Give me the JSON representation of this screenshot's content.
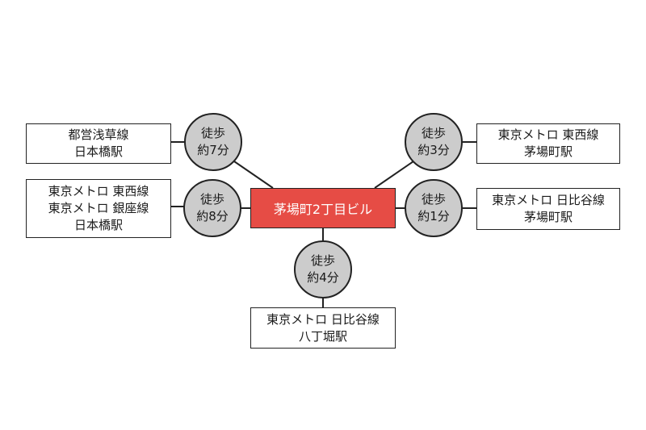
{
  "center": {
    "label": "茅場町2丁目ビル",
    "fill": "#e64c45"
  },
  "walk_label": "徒歩",
  "routes": [
    {
      "id": "toei-asakusa",
      "walk_time": "約7分",
      "station_lines": [
        "都営浅草線",
        "日本橋駅"
      ]
    },
    {
      "id": "tozai-kayabacho",
      "walk_time": "約3分",
      "station_lines": [
        "東京メトロ 東西線",
        "茅場町駅"
      ]
    },
    {
      "id": "nihonbashi-metro",
      "walk_time": "約8分",
      "station_lines": [
        "東京メトロ 東西線",
        "東京メトロ 銀座線",
        "日本橋駅"
      ]
    },
    {
      "id": "hibiya-kayabacho",
      "walk_time": "約1分",
      "station_lines": [
        "東京メトロ 日比谷線",
        "茅場町駅"
      ]
    },
    {
      "id": "hibiya-hatchobori",
      "walk_time": "約4分",
      "station_lines": [
        "東京メトロ 日比谷線",
        "八丁堀駅"
      ]
    }
  ]
}
